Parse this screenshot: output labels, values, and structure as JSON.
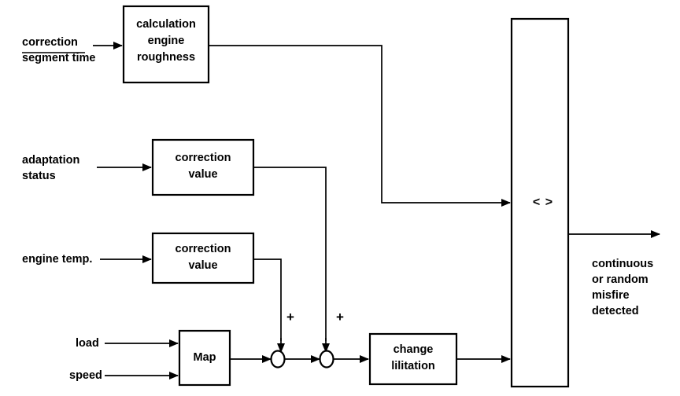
{
  "diagram": {
    "title": "misfire detection block diagram",
    "stroke_color": "#000000",
    "background_color": "#ffffff",
    "inputs": [
      {
        "id": "correction-segment-time",
        "label": "correction\nsegment time"
      },
      {
        "id": "adaptation-status",
        "label": "adaptation\nstatus"
      },
      {
        "id": "engine-temp",
        "label": "engine temp."
      },
      {
        "id": "load",
        "label": "load"
      },
      {
        "id": "speed",
        "label": "speed"
      }
    ],
    "blocks": [
      {
        "id": "calculation-engine-roughness",
        "label": "calculation\nengine\nroughness"
      },
      {
        "id": "correction-value-adaptation",
        "label": "correction\nvalue"
      },
      {
        "id": "correction-value-temperature",
        "label": "correction\nvalue"
      },
      {
        "id": "map",
        "label": "Map"
      },
      {
        "id": "change-limitation",
        "label": "change\nlilitation"
      },
      {
        "id": "comparator",
        "label": "< >"
      }
    ],
    "junctions": [
      {
        "id": "sum-junction-1",
        "sign": "+"
      },
      {
        "id": "sum-junction-2",
        "sign": "+"
      }
    ],
    "output": {
      "id": "misfire-output",
      "label": "continuous\nor random\nmisfire\ndetected"
    }
  }
}
